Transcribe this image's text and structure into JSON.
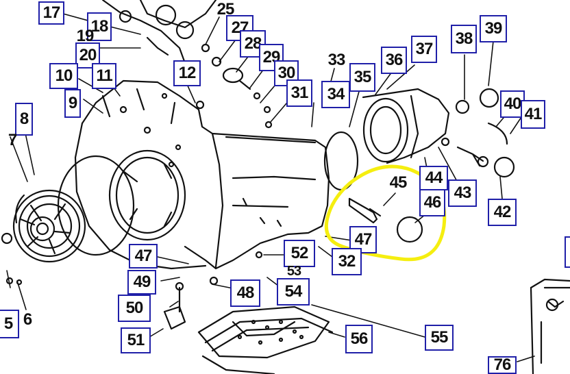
{
  "diagram": {
    "highlight_color": "#f5ee10",
    "callout_border_color": "#1f1fa8",
    "callouts": [
      {
        "id": "17",
        "label": "17"
      },
      {
        "id": "18",
        "label": "18"
      },
      {
        "id": "19",
        "label": "19"
      },
      {
        "id": "20",
        "label": "20"
      },
      {
        "id": "10",
        "label": "10"
      },
      {
        "id": "11",
        "label": "11"
      },
      {
        "id": "9",
        "label": "9"
      },
      {
        "id": "8",
        "label": "8"
      },
      {
        "id": "12",
        "label": "12"
      },
      {
        "id": "25",
        "label": "25"
      },
      {
        "id": "27",
        "label": "27"
      },
      {
        "id": "28",
        "label": "28"
      },
      {
        "id": "29",
        "label": "29"
      },
      {
        "id": "30",
        "label": "30"
      },
      {
        "id": "31",
        "label": "31"
      },
      {
        "id": "33",
        "label": "33"
      },
      {
        "id": "34",
        "label": "34"
      },
      {
        "id": "35",
        "label": "35"
      },
      {
        "id": "36",
        "label": "36"
      },
      {
        "id": "37",
        "label": "37"
      },
      {
        "id": "38",
        "label": "38"
      },
      {
        "id": "39",
        "label": "39"
      },
      {
        "id": "40",
        "label": "40"
      },
      {
        "id": "41",
        "label": "41"
      },
      {
        "id": "42",
        "label": "42"
      },
      {
        "id": "43",
        "label": "43"
      },
      {
        "id": "44",
        "label": "44"
      },
      {
        "id": "45",
        "label": "45"
      },
      {
        "id": "46",
        "label": "46"
      },
      {
        "id": "47a",
        "label": "47"
      },
      {
        "id": "47b",
        "label": "47"
      },
      {
        "id": "49",
        "label": "49"
      },
      {
        "id": "50",
        "label": "50"
      },
      {
        "id": "51",
        "label": "51"
      },
      {
        "id": "52",
        "label": "52"
      },
      {
        "id": "53",
        "label": "53"
      },
      {
        "id": "32",
        "label": "32"
      },
      {
        "id": "48",
        "label": "48"
      },
      {
        "id": "54",
        "label": "54"
      },
      {
        "id": "55",
        "label": "55"
      },
      {
        "id": "56",
        "label": "56"
      },
      {
        "id": "76",
        "label": "76"
      },
      {
        "id": "5",
        "label": "5"
      },
      {
        "id": "6",
        "label": "6"
      },
      {
        "id": "7",
        "label": "7"
      }
    ]
  }
}
